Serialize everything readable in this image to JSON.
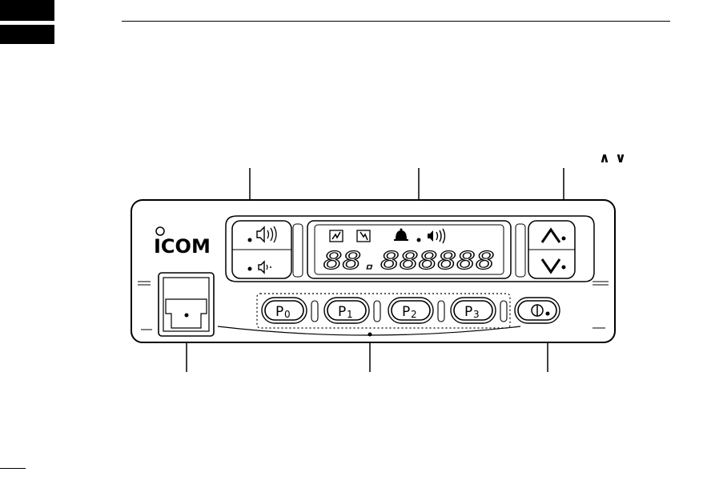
{
  "panel": {
    "brand": "ICOM",
    "display_text": "88.888888",
    "up_down_labels": [
      "∧",
      "∨"
    ],
    "program_keys": [
      {
        "main": "P",
        "sub": "0"
      },
      {
        "main": "P",
        "sub": "1"
      },
      {
        "main": "P",
        "sub": "2"
      },
      {
        "main": "P",
        "sub": "3"
      }
    ],
    "icons": [
      "speaker-volume-up-icon",
      "speaker-volume-down-icon",
      "signal-icon",
      "busy-icon",
      "bell-icon",
      "volume-icon",
      "power-icon",
      "chevron-up-icon",
      "chevron-down-icon"
    ]
  }
}
